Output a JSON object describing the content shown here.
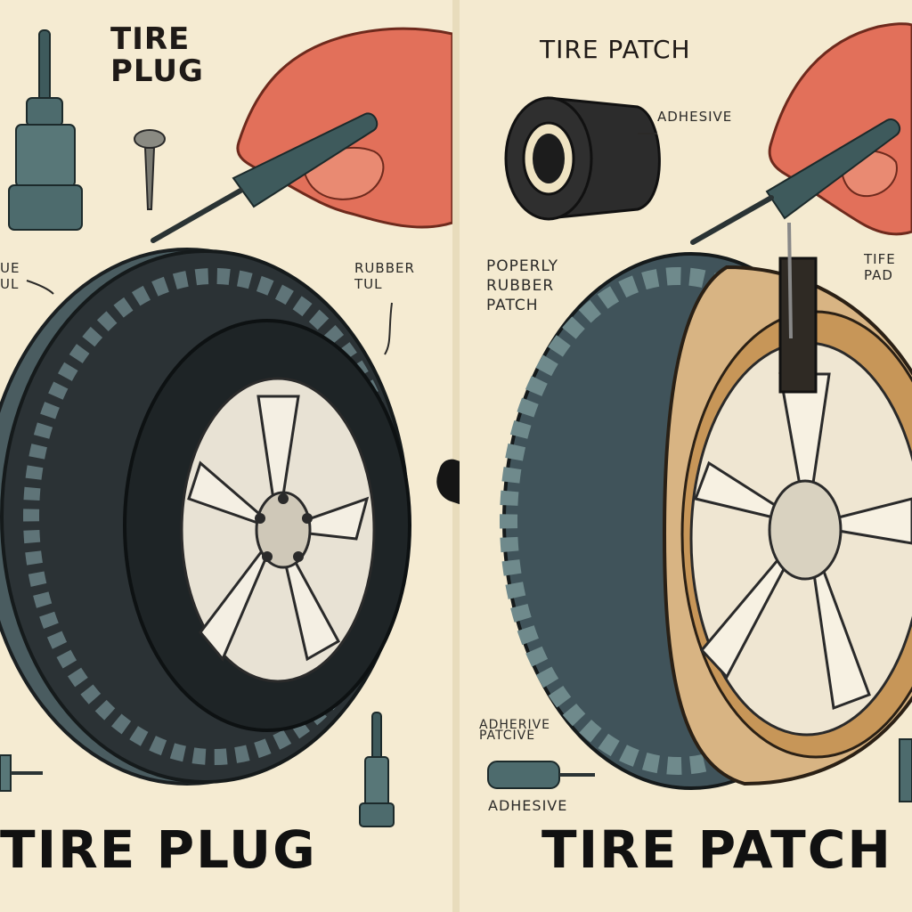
{
  "left_panel": {
    "title_top": "TIRE PLUG",
    "title_bottom": "TIRE PLUG",
    "labels": {
      "rubber_tul": "RUBBER TUL",
      "partial_left": "UE\nUL"
    }
  },
  "right_panel": {
    "title_top": "TIRE PATCH",
    "title_bottom": "TIRE PATCH",
    "labels": {
      "adhesive_top": "ADHESIVE",
      "poperly_patch": "POPERLY\nRUBBER\nPATCH",
      "tife_pad": "TIFE\nPAD",
      "adhesive_patch": "ADHERIVE\nPATCIVE",
      "adhesive_bottom": "ADHESIVE"
    }
  },
  "colors": {
    "background": "#f5ebd2",
    "tire": "#2b3235",
    "tread": "#5f7478",
    "rim": "#e8e2d4",
    "skin": "#e2705a",
    "tool": "#3e5a5c"
  }
}
